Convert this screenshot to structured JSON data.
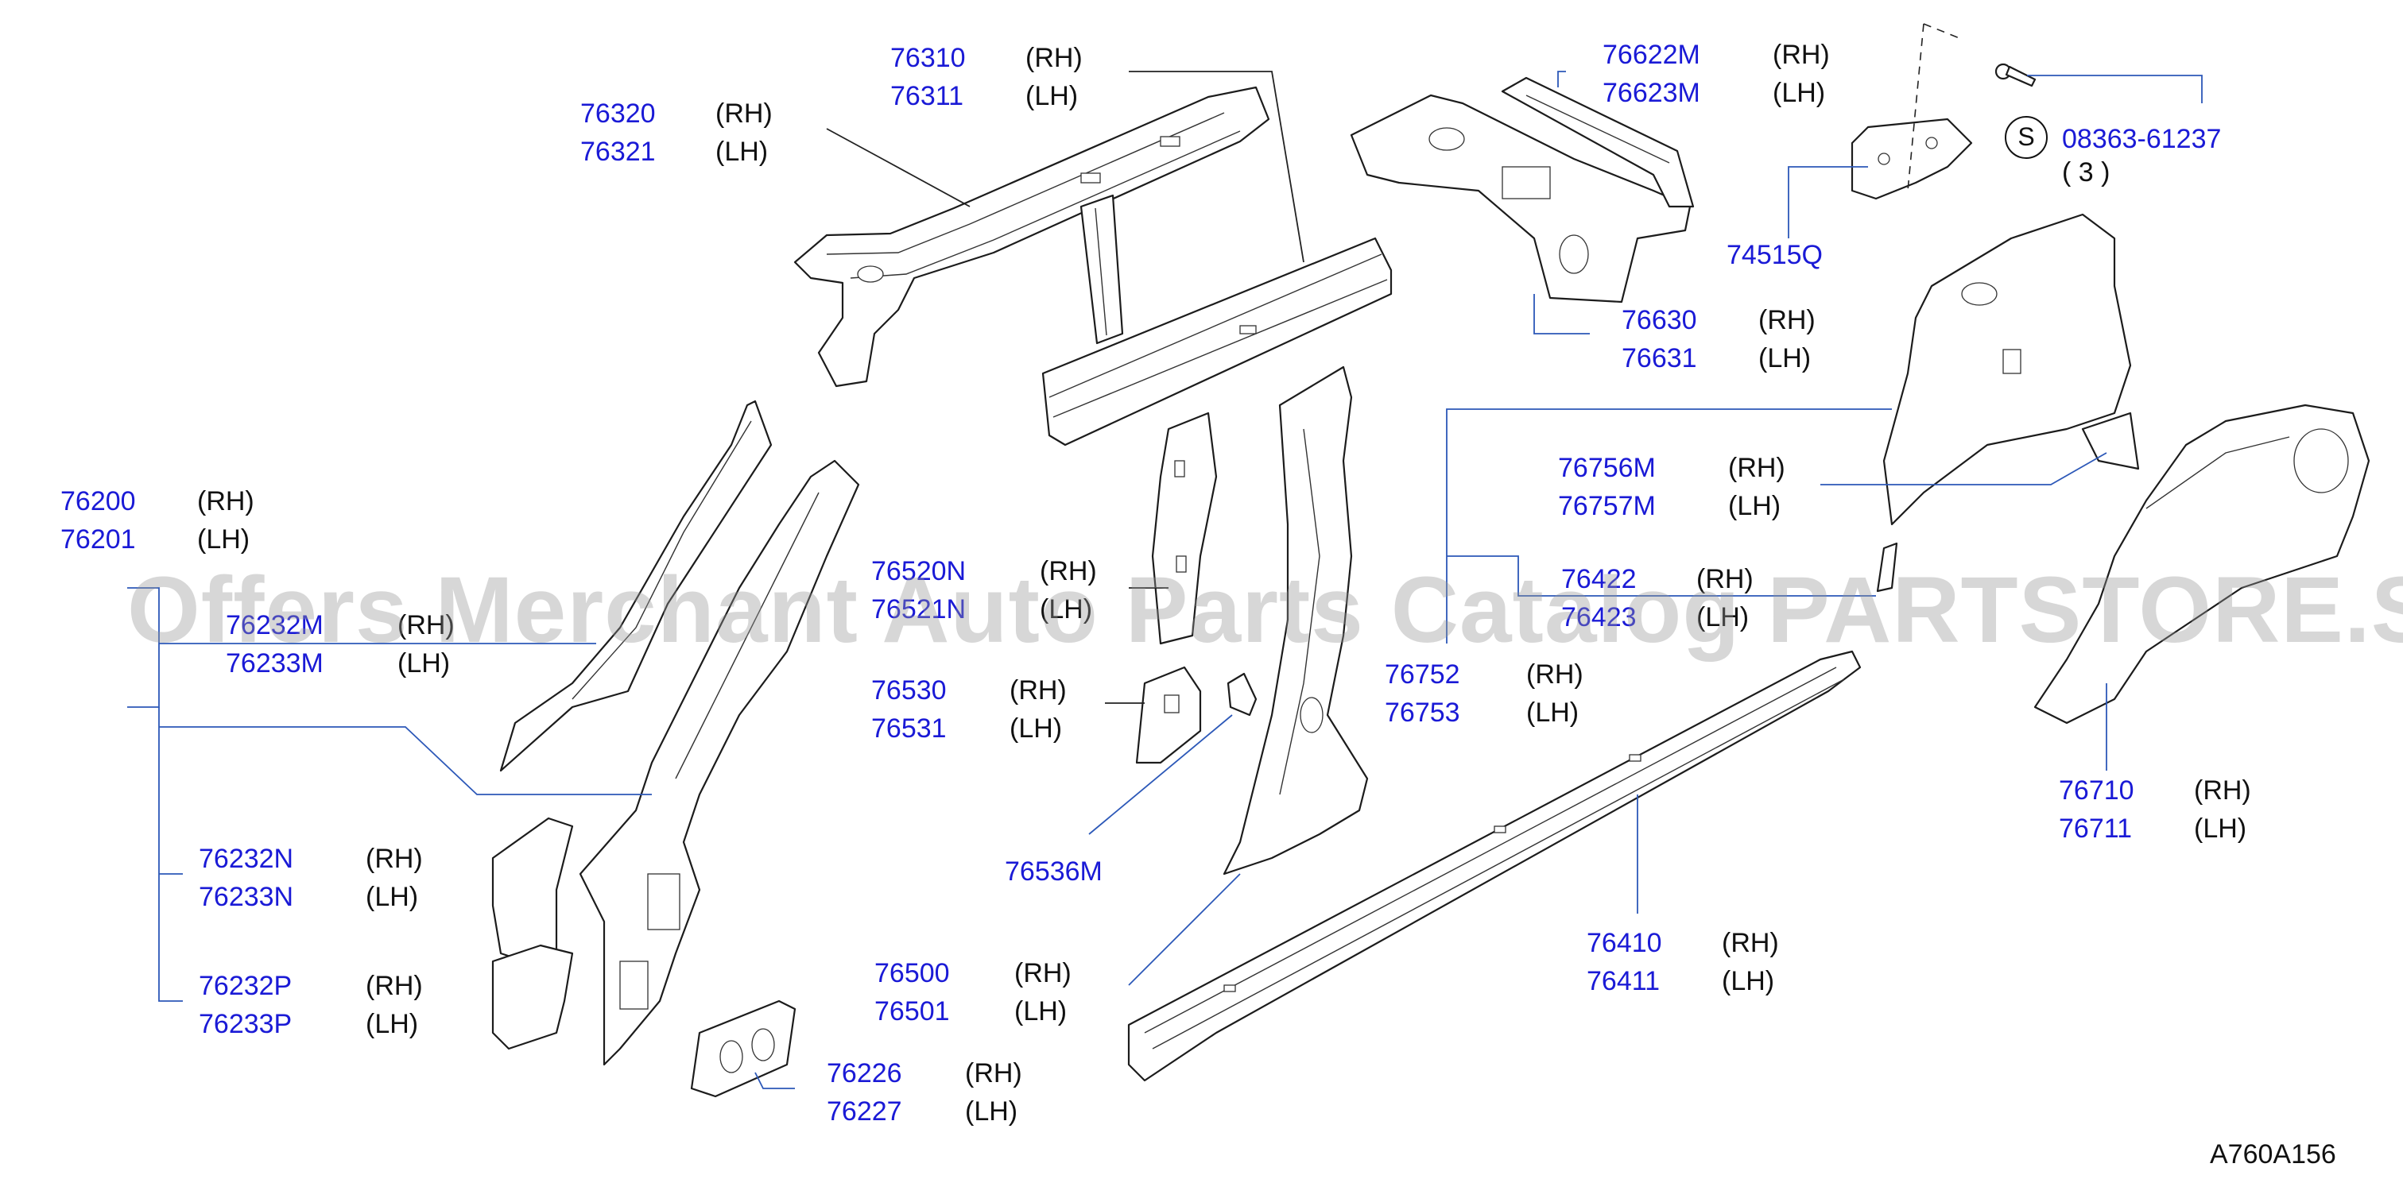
{
  "diagram_code": "A760A156",
  "watermark": "Offers Merchant Auto Parts Catalog PARTSTORE.SA",
  "fastener": {
    "symbol": "S",
    "part": "08363-61237",
    "qty": "( 3 )"
  },
  "groups": {
    "g76310": {
      "rh": "76310",
      "lh": "76311"
    },
    "g76320": {
      "rh": "76320",
      "lh": "76321"
    },
    "g76622": {
      "rh": "76622M",
      "lh": "76623M"
    },
    "g76630": {
      "rh": "76630",
      "lh": "76631"
    },
    "g76200": {
      "rh": "76200",
      "lh": "76201"
    },
    "g76232M": {
      "rh": "76232M",
      "lh": "76233M"
    },
    "g76232N": {
      "rh": "76232N",
      "lh": "76233N"
    },
    "g76232P": {
      "rh": "76232P",
      "lh": "76233P"
    },
    "g76226": {
      "rh": "76226",
      "lh": "76227"
    },
    "g76520": {
      "rh": "76520N",
      "lh": "76521N"
    },
    "g76530": {
      "rh": "76530",
      "lh": "76531"
    },
    "g76500": {
      "rh": "76500",
      "lh": "76501"
    },
    "g76756": {
      "rh": "76756M",
      "lh": "76757M"
    },
    "g76422": {
      "rh": "76422",
      "lh": "76423"
    },
    "g76752": {
      "rh": "76752",
      "lh": "76753"
    },
    "g76410": {
      "rh": "76410",
      "lh": "76411"
    },
    "g76710": {
      "rh": "76710",
      "lh": "76711"
    }
  },
  "singles": {
    "s74515Q": "74515Q",
    "s76536M": "76536M"
  },
  "side": {
    "rh": "(RH)",
    "lh": "(LH)"
  }
}
